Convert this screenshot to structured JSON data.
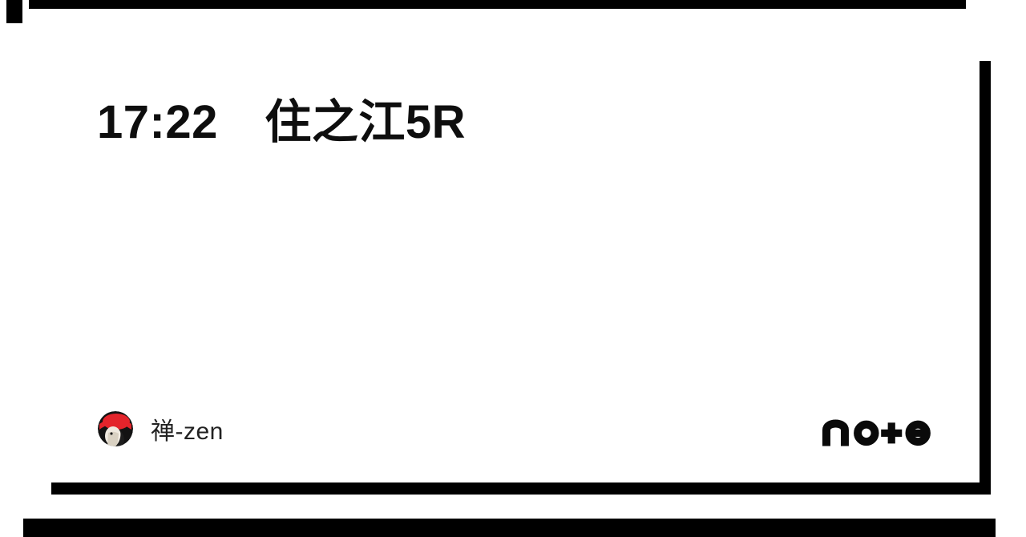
{
  "card": {
    "title": "17:22　住之江5R",
    "author": {
      "name": "禅-zen",
      "avatar_icon": "zen-red-hat-avatar"
    },
    "brand": {
      "logo_text": "note"
    }
  },
  "colors": {
    "page_bg": "#ffffff",
    "card_bg": "#ffffff",
    "shadow_black": "#000000",
    "title_text": "#0e0e0e",
    "author_text": "#222222",
    "avatar_red": "#e3242b",
    "logo_black": "#0a0a0a"
  }
}
